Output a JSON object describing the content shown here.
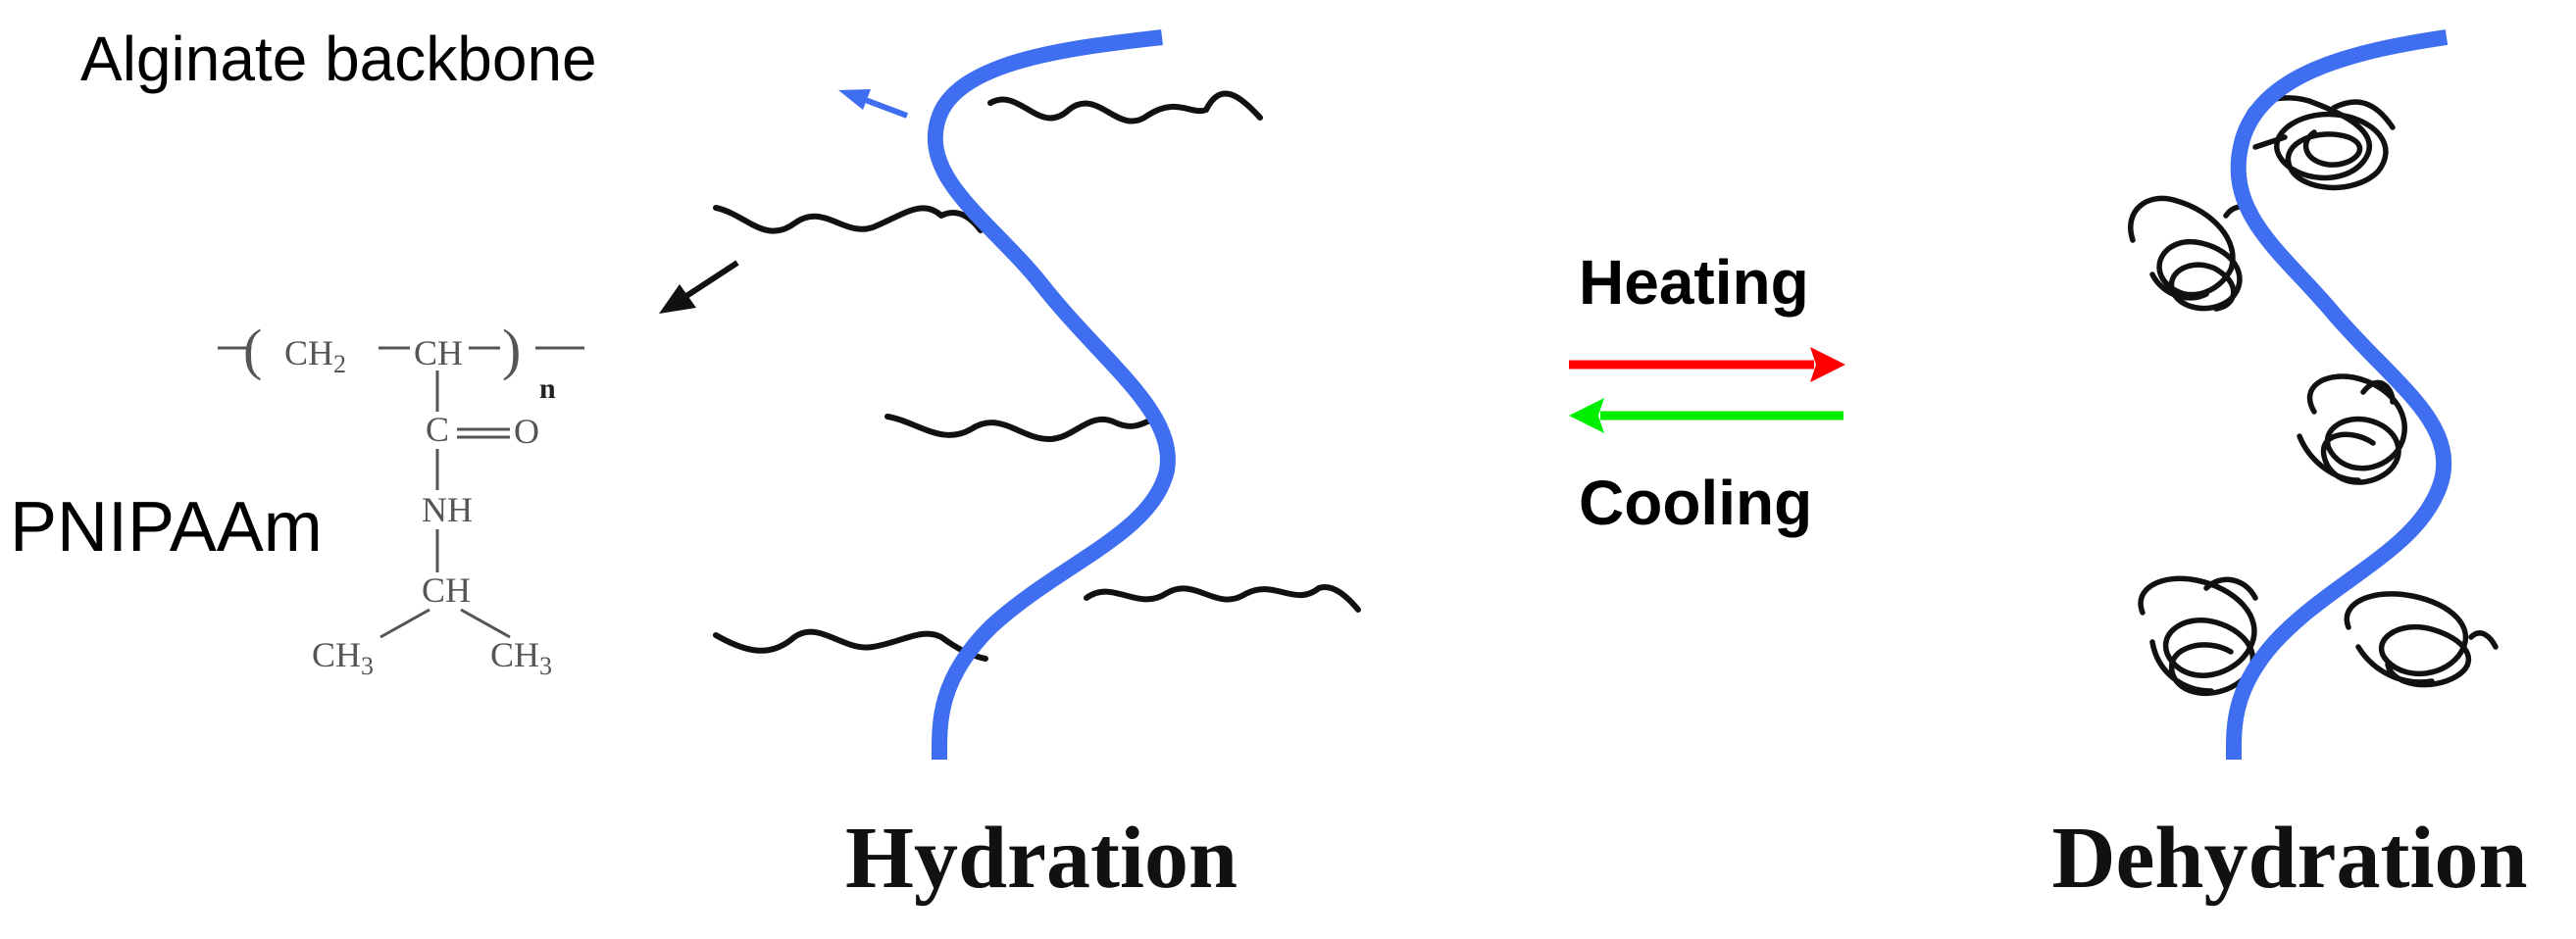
{
  "labels": {
    "alginate_backbone": "Alginate backbone",
    "pnipaam": "PNIPAAm",
    "heating": "Heating",
    "cooling": "Cooling",
    "hydration": "Hydration",
    "dehydration": "Dehydration"
  },
  "structure": {
    "ch2": "CH",
    "ch2_sub": "2",
    "ch": "CH",
    "n": "n",
    "c": "C",
    "o": "O",
    "nh": "NH",
    "ch_side": "CH",
    "ch3_left": "CH",
    "ch3_left_sub": "3",
    "ch3_right": "CH",
    "ch3_right_sub": "3"
  },
  "colors": {
    "backbone": "#3f6ff0",
    "heating_arrow": "#ff0000",
    "cooling_arrow": "#00ee00",
    "chain": "#111111"
  }
}
